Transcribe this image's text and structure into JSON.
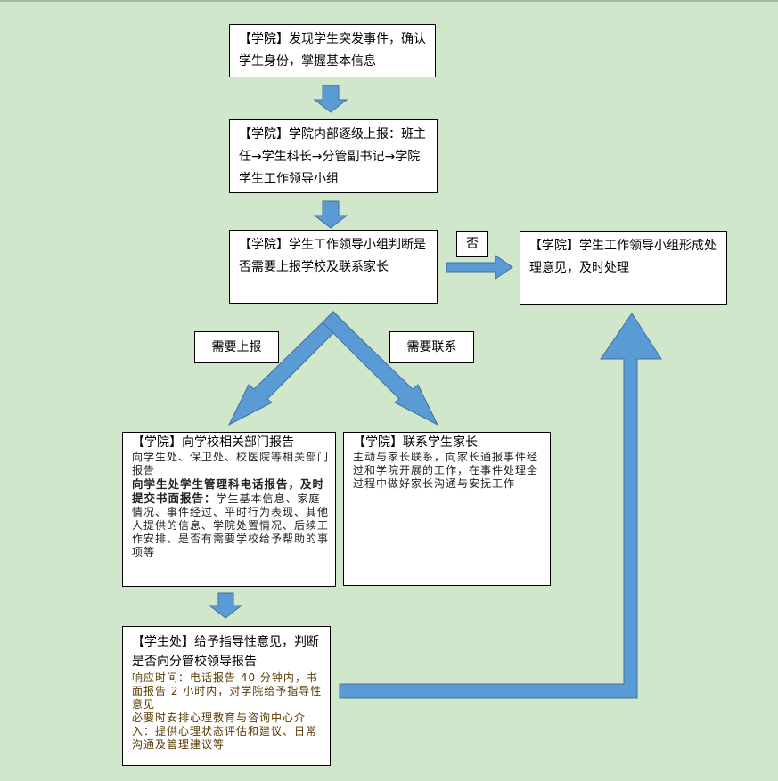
{
  "colors": {
    "background": "#d0e7cc",
    "arrow": "#5b9bd5",
    "arrow_border": "#41719c"
  },
  "box1": {
    "text": "【学院】发现学生突发事件，确认学生身份，掌握基本信息"
  },
  "box2": {
    "text": "【学院】学院内部逐级上报：班主任→学生科长→分管副书记→学院学生工作领导小组"
  },
  "box3": {
    "text": "【学院】学生工作领导小组判断是否需要上报学校及联系家长"
  },
  "label_no": "否",
  "box4": {
    "text": "【学院】学生工作领导小组形成处理意见，及时处理"
  },
  "label_report": "需要上报",
  "label_contact": "需要联系",
  "box5": {
    "title": "【学院】向学校相关部门报告",
    "line1": "向学生处、保卫处、校医院等相关部门报告",
    "bold": "向学生处学生管理科电话报告，及时提交书面报告：",
    "rest": "学生基本信息、家庭情况、事件经过、平时行为表现、其他人提供的信息、学院处置情况、后续工作安排、是否有需要学校给予帮助的事项等"
  },
  "box6": {
    "title": "【学院】联系学生家长",
    "body": "主动与家长联系，向家长通报事件经过和学院开展的工作，在事件处理全过程中做好家长沟通与安抚工作"
  },
  "box7": {
    "title": "【学生处】给予指导性意见，判断是否向分管校领导报告",
    "body1": "响应时间：电话报告 40 分钟内，书面报告 2 小时内，对学院给予指导性意见",
    "body2": "必要时安排心理教育与咨询中心介入：提供心理状态评估和建议、日常沟通及管理建议等"
  }
}
